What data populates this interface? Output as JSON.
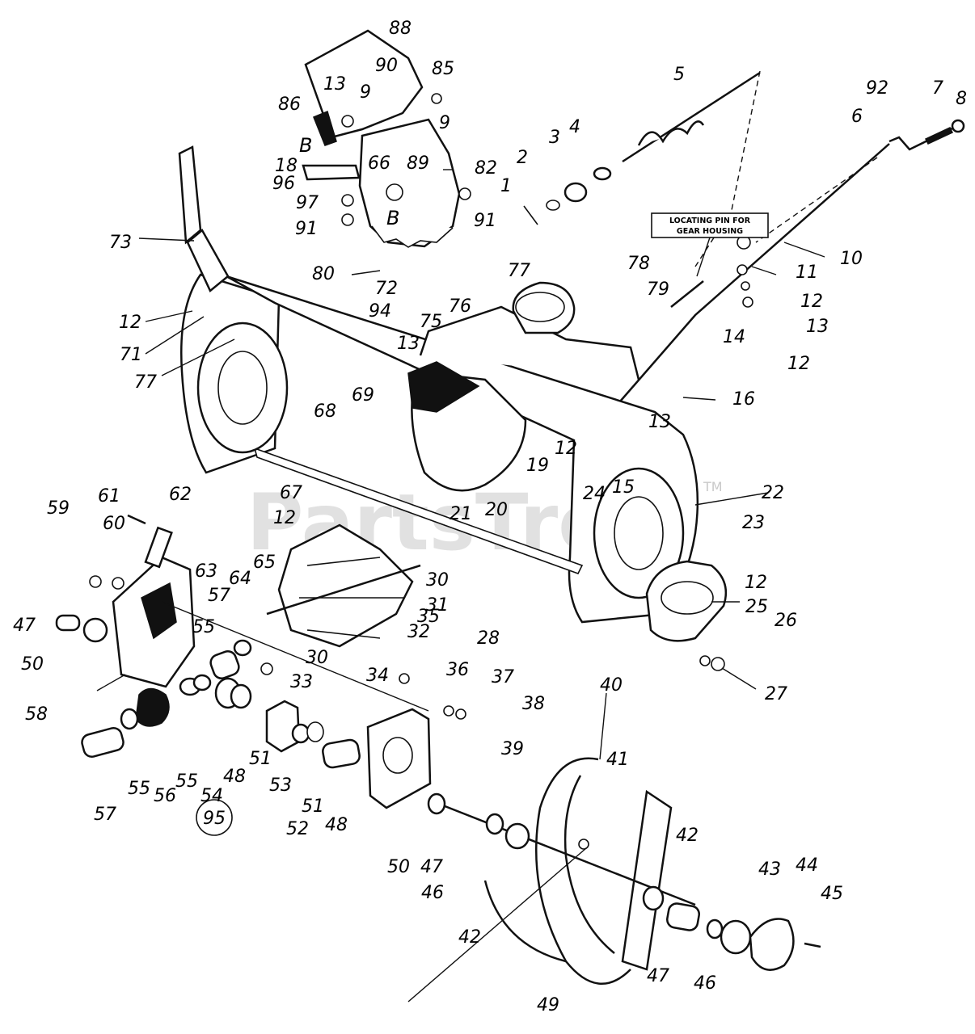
{
  "watermark": {
    "text": "PartsTree",
    "tm": "TM"
  },
  "callout": {
    "line1": "LOCATING PIN FOR",
    "line2": "GEAR HOUSING"
  },
  "view_letter": "B",
  "circled_part": "95",
  "part_numbers": {
    "n1": "1",
    "n2": "2",
    "n3": "3",
    "n4": "4",
    "n5": "5",
    "n6": "6",
    "n7": "7",
    "n8": "8",
    "n9": "9",
    "n10": "10",
    "n11": "11",
    "n12": "12",
    "n13": "13",
    "n14": "14",
    "n15": "15",
    "n16": "16",
    "n18": "18",
    "n19": "19",
    "n20": "20",
    "n21": "21",
    "n22": "22",
    "n23": "23",
    "n24": "24",
    "n25": "25",
    "n26": "26",
    "n27": "27",
    "n28": "28",
    "n30": "30",
    "n31": "31",
    "n32": "32",
    "n33": "33",
    "n34": "34",
    "n35": "35",
    "n36": "36",
    "n37": "37",
    "n38": "38",
    "n39": "39",
    "n40": "40",
    "n41": "41",
    "n42": "42",
    "n43": "43",
    "n44": "44",
    "n45": "45",
    "n46": "46",
    "n47": "47",
    "n48": "48",
    "n49": "49",
    "n50": "50",
    "n51": "51",
    "n52": "52",
    "n53": "53",
    "n54": "54",
    "n55": "55",
    "n56": "56",
    "n57": "57",
    "n58": "58",
    "n59": "59",
    "n60": "60",
    "n61": "61",
    "n62": "62",
    "n63": "63",
    "n64": "64",
    "n65": "65",
    "n66": "66",
    "n67": "67",
    "n68": "68",
    "n69": "69",
    "n71": "71",
    "n72": "72",
    "n73": "73",
    "n75": "75",
    "n76": "76",
    "n77": "77",
    "n78": "78",
    "n79": "79",
    "n80": "80",
    "n82": "82",
    "n85": "85",
    "n86": "86",
    "n88": "88",
    "n89": "89",
    "n90": "90",
    "n91": "91",
    "n92": "92",
    "n94": "94",
    "n96": "96",
    "n97": "97"
  }
}
